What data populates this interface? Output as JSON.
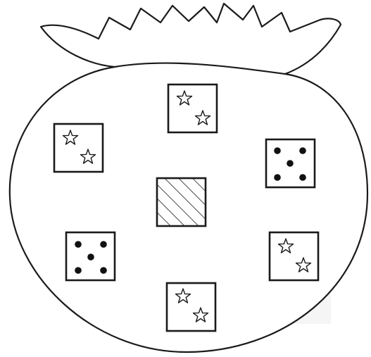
{
  "colors": {
    "background": "#ffffff",
    "stroke": "#1a1a1a",
    "fill": "#ffffff",
    "watermark": "#f4f4f4"
  },
  "figure": {
    "outline_shape": "tomato-with-leaves",
    "tiles": [
      {
        "name": "tile-top",
        "pattern": "two-stars"
      },
      {
        "name": "tile-upper-left",
        "pattern": "two-stars"
      },
      {
        "name": "tile-upper-right",
        "pattern": "five-dots"
      },
      {
        "name": "tile-center",
        "pattern": "diagonal-hatch"
      },
      {
        "name": "tile-lower-left",
        "pattern": "five-dots"
      },
      {
        "name": "tile-lower-right",
        "pattern": "two-stars"
      },
      {
        "name": "tile-bottom",
        "pattern": "two-stars"
      }
    ]
  }
}
